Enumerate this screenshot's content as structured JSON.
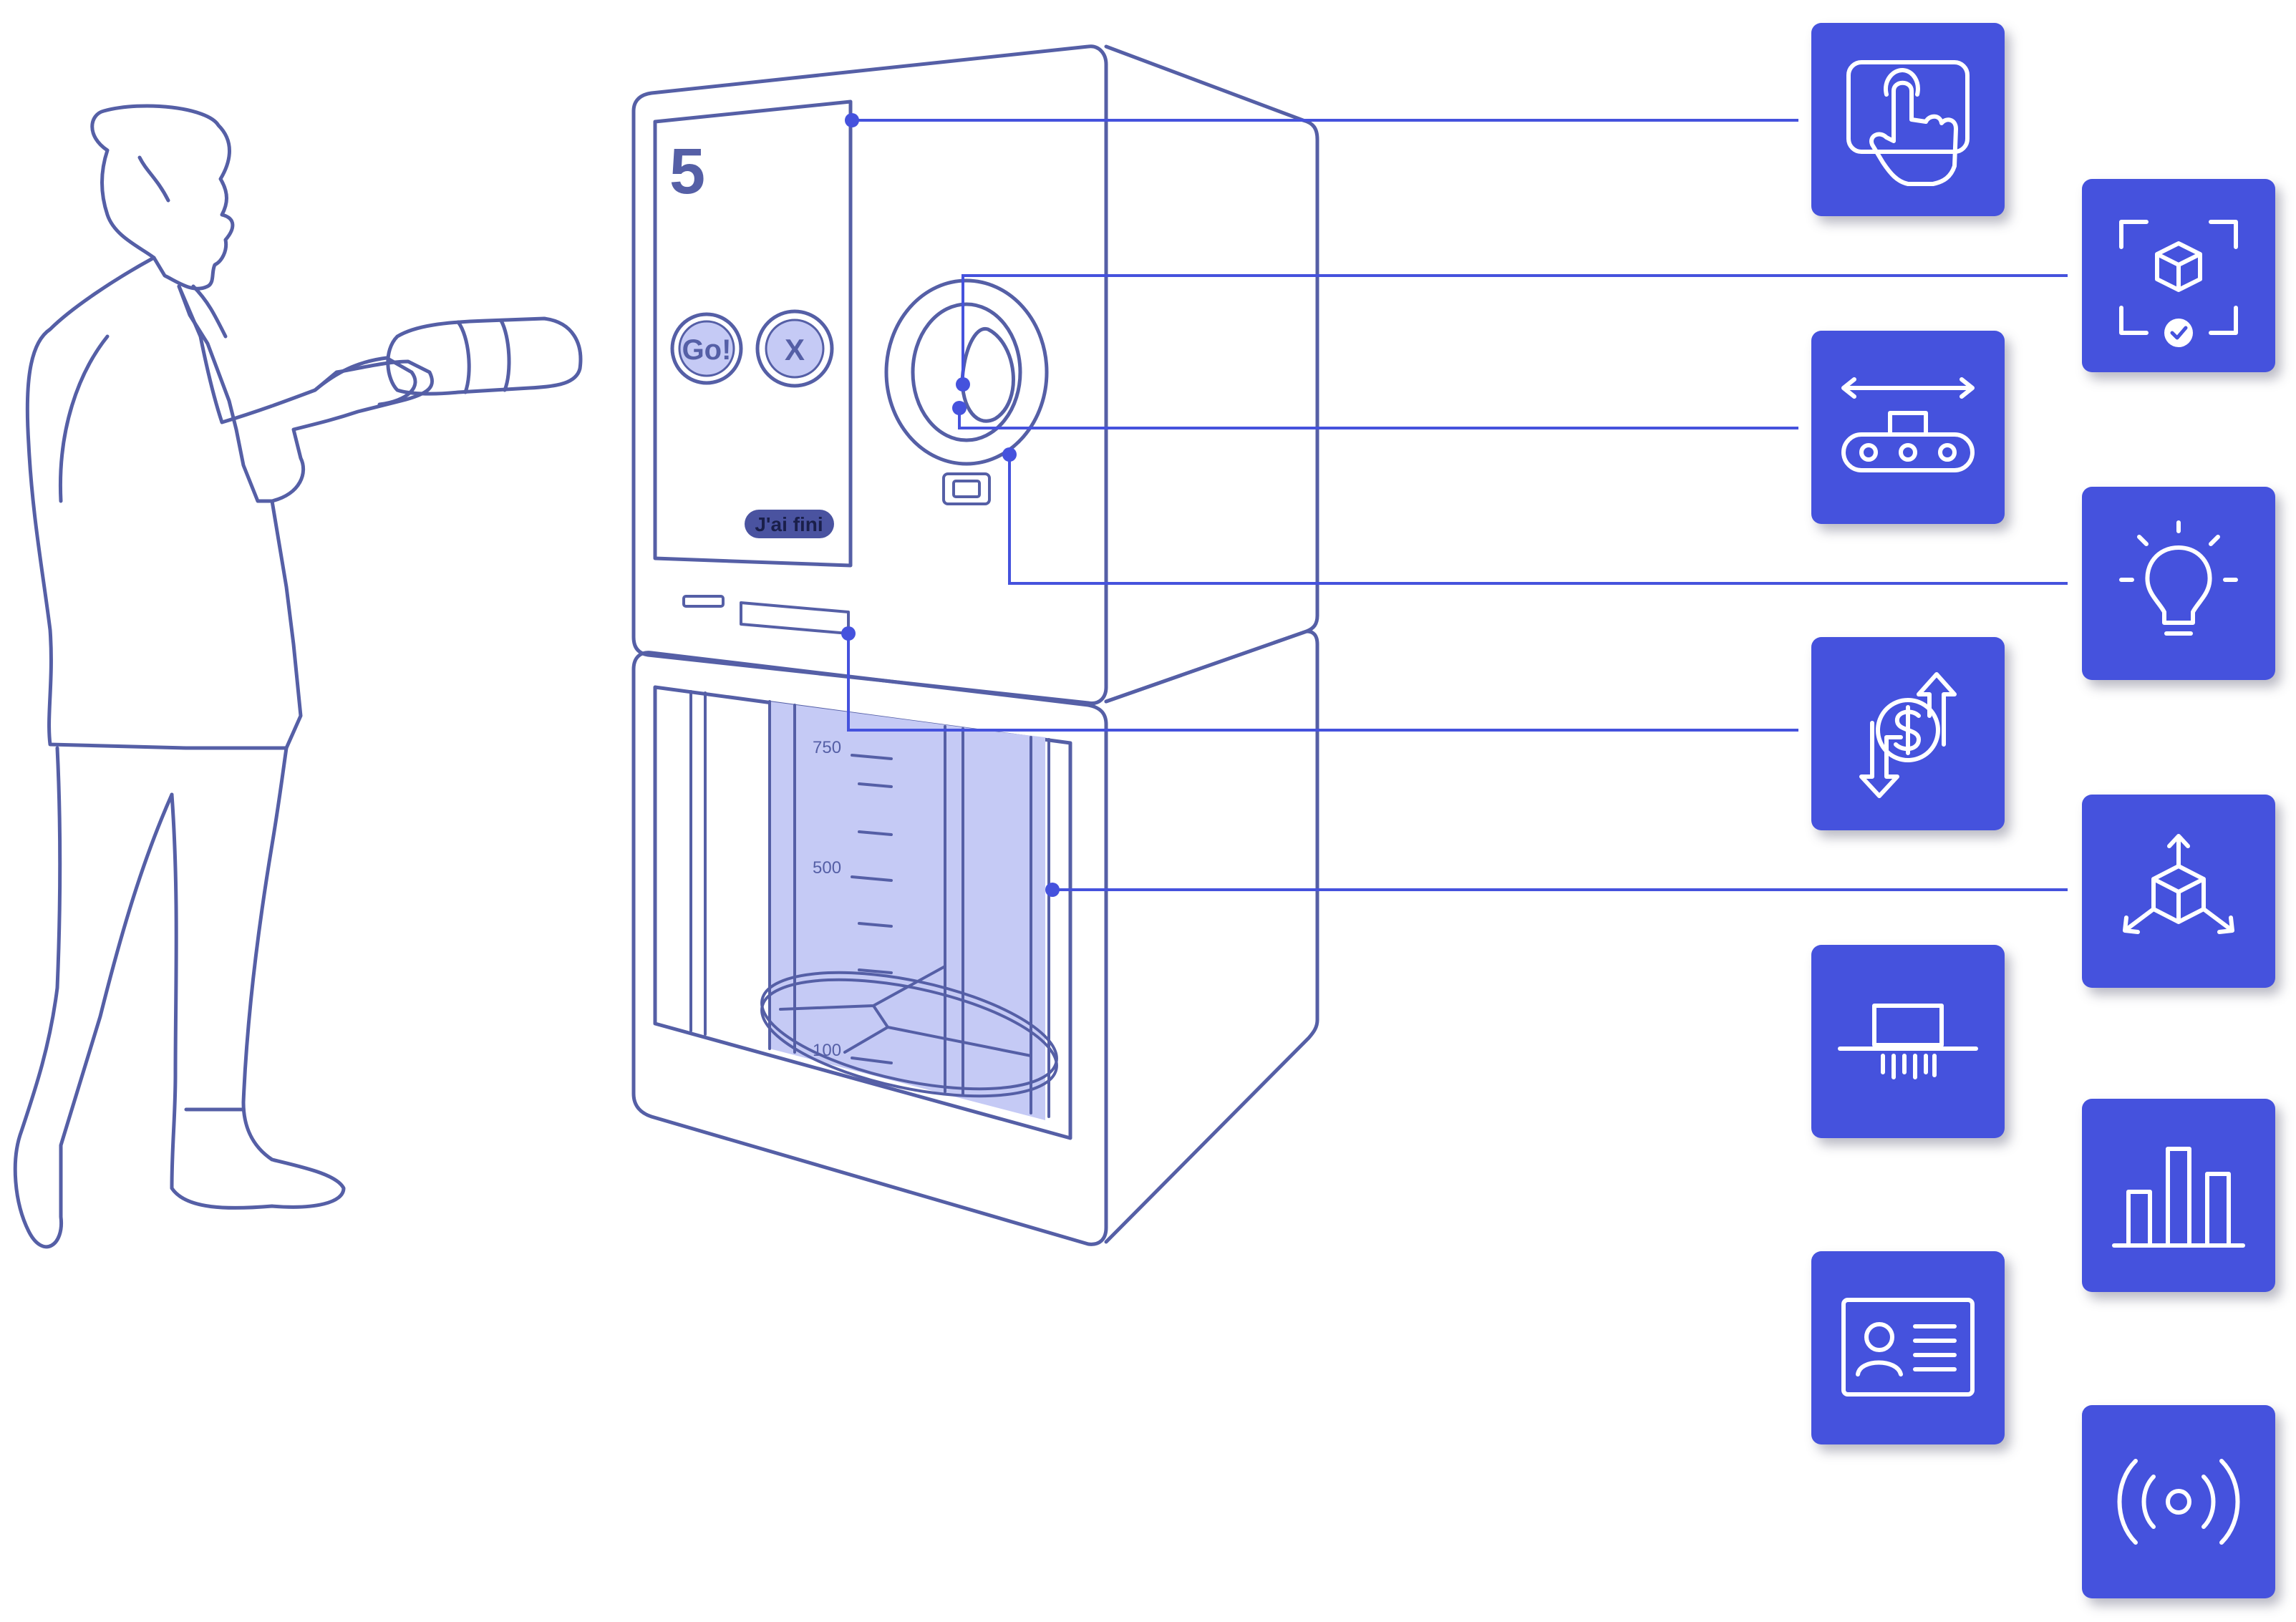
{
  "kiosk": {
    "screen_counter": "5",
    "go_button_label": "Go!",
    "cancel_button_label": "X",
    "finish_button_label": "J'ai fini",
    "fill_scale_labels": [
      "750",
      "500",
      "100"
    ]
  },
  "palette": {
    "line": "#555fa6",
    "fill": "#c5caf5",
    "tile": "#4552dd",
    "connector": "#4552dd"
  },
  "feature_icons": [
    {
      "name": "touchscreen-icon"
    },
    {
      "name": "object-recognition-icon"
    },
    {
      "name": "conveyor-icon"
    },
    {
      "name": "lighting-icon"
    },
    {
      "name": "money-refund-icon"
    },
    {
      "name": "package-distribution-icon"
    },
    {
      "name": "shredder-icon"
    },
    {
      "name": "bar-chart-icon"
    },
    {
      "name": "id-card-icon"
    },
    {
      "name": "wireless-signal-icon"
    }
  ]
}
